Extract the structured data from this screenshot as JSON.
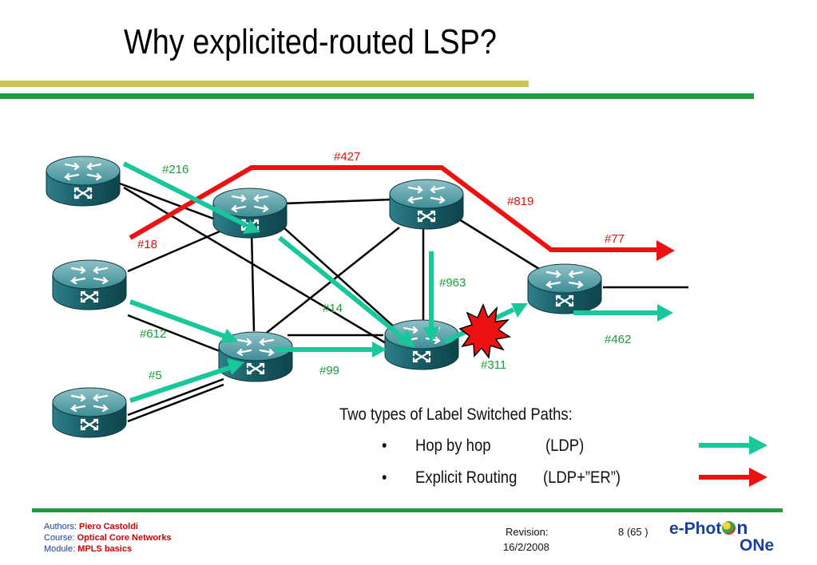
{
  "title": "Why explicited-routed LSP?",
  "labels": {
    "l216": "#216",
    "l427": "#427",
    "l819": "#819",
    "l18": "#18",
    "l77": "#77",
    "l963": "#963",
    "l14": "#14",
    "l612": "#612",
    "l462": "#462",
    "l311": "#311",
    "l99": "#99",
    "l5": "#5"
  },
  "legend": {
    "heading": "Two types of Label Switched Paths:",
    "items": [
      {
        "bullet": "•",
        "name": "Hop by hop",
        "protocol": "(LDP)",
        "color": "#19c89a"
      },
      {
        "bullet": "•",
        "name": "Explicit Routing",
        "protocol": "(LDP+”ER”)",
        "color": "#ee1111"
      }
    ]
  },
  "footer": {
    "authors_label": "Authors: ",
    "authors_value": "Piero Castoldi",
    "course_label": "Course: ",
    "course_value": "Optical Core Networks",
    "module_label": "Module: ",
    "module_value": "MPLS basics",
    "revision_label": "Revision:",
    "revision_date": "16/2/2008",
    "page": "8 (65 )"
  },
  "logo": {
    "line1a": "e-Phot",
    "line1b": "n",
    "line2": "ONe"
  },
  "colors": {
    "hop_by_hop": "#19c89a",
    "explicit": "#ee1111",
    "label_green": "#1b9b3b",
    "label_red": "#e0110f",
    "router_body": "#1e6e78"
  }
}
